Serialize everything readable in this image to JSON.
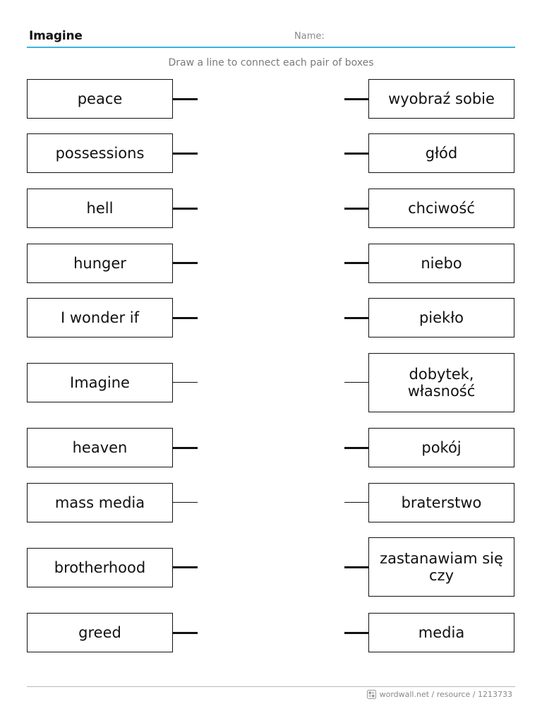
{
  "header": {
    "title": "Imagine",
    "name_label": "Name:"
  },
  "instructions": "Draw a line to connect each pair of boxes",
  "left_items": [
    "peace",
    "possessions",
    "hell",
    "hunger",
    "I wonder if",
    "Imagine",
    "heaven",
    "mass media",
    "brotherhood",
    "greed"
  ],
  "right_items": [
    "wyobraź sobie",
    "głód",
    "chciwość",
    "niebo",
    "piekło",
    "dobytek, własność",
    "pokój",
    "braterstwo",
    "zastanawiam się czy",
    "media"
  ],
  "footer": {
    "logo_icon": "wordwall-logo-icon",
    "text": "wordwall.net / resource / 1213733"
  }
}
